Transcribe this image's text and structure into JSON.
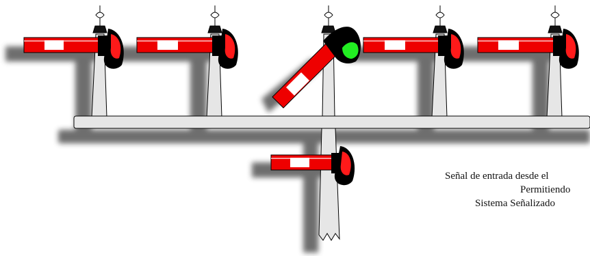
{
  "diagram": {
    "colors": {
      "arm_red": "#ee0000",
      "arm_white": "#ffffff",
      "lamp_black": "#000000",
      "lamp_red": "#ff1a1a",
      "lamp_green": "#22ee22",
      "post": "#e6e6e6",
      "shadow": "#555555"
    },
    "signals": [
      {
        "name": "signal-1",
        "aspect": "stop"
      },
      {
        "name": "signal-2",
        "aspect": "stop"
      },
      {
        "name": "signal-3",
        "aspect": "proceed"
      },
      {
        "name": "signal-4",
        "aspect": "stop"
      },
      {
        "name": "signal-5",
        "aspect": "stop"
      },
      {
        "name": "signal-lower",
        "aspect": "stop"
      }
    ]
  },
  "caption": {
    "line1": "Señal de entrada desde el",
    "line2": "Permitiendo",
    "line3": "Sistema Señalizado"
  }
}
